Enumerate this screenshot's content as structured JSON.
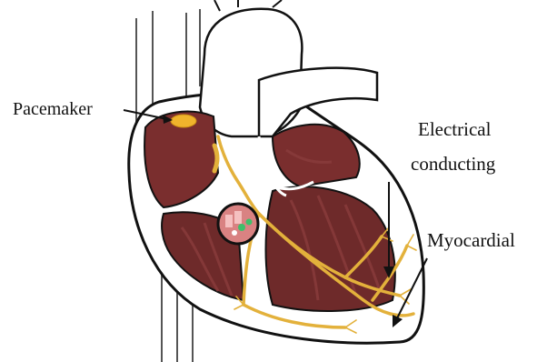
{
  "labels": {
    "pacemaker": "Pacemaker",
    "electrical_line1": "Electrical",
    "electrical_line2": "conducting",
    "myocardial": "Myocardial"
  },
  "colors": {
    "muscle": "#6e2a2a",
    "muscle_light": "#8a3c3c",
    "conduction": "#e3b13b",
    "node": "#f0b42c",
    "outline": "#111111",
    "vessel_line": "#555555",
    "inset_fill": "#d98282",
    "inset_green": "#3fbf6a"
  }
}
